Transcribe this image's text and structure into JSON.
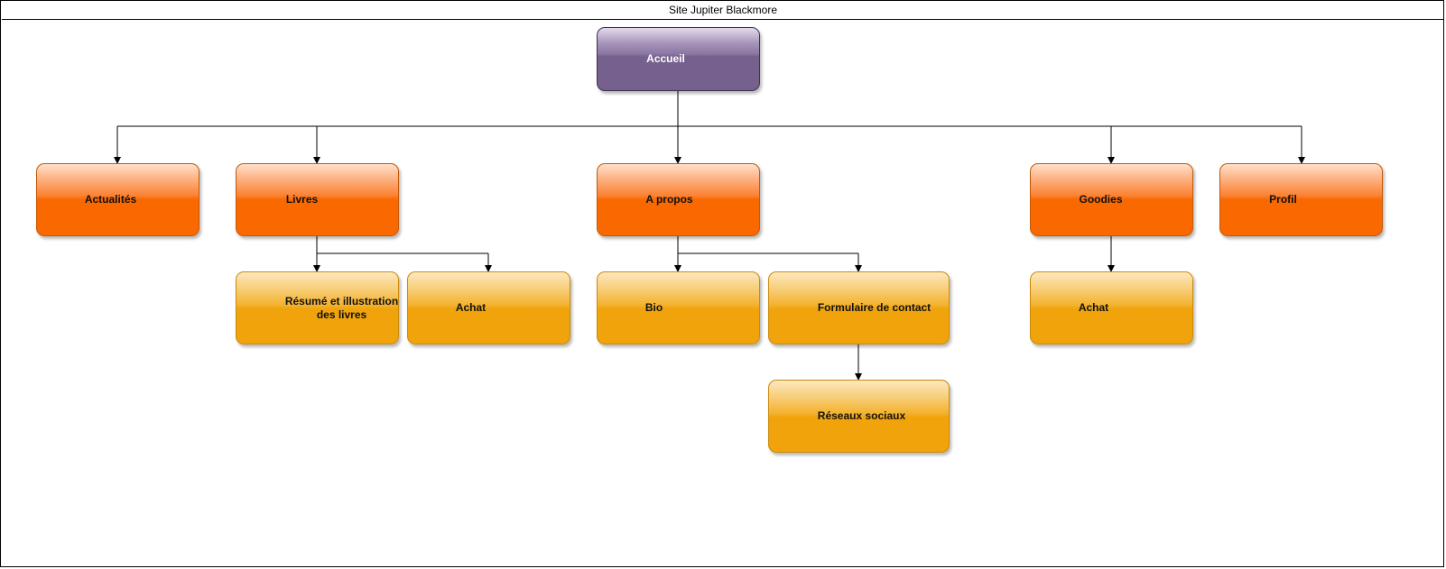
{
  "diagram": {
    "title": "Site Jupiter Blackmore",
    "root": {
      "label": "Accueil"
    },
    "sections": {
      "actualites": {
        "label": "Actualités"
      },
      "livres": {
        "label": "Livres"
      },
      "a_propos": {
        "label": "A propos"
      },
      "goodies": {
        "label": "Goodies"
      },
      "profil": {
        "label": "Profil"
      }
    },
    "pages": {
      "resume": {
        "label": "Résumé et illustration des livres"
      },
      "livres_achat": {
        "label": "Achat"
      },
      "bio": {
        "label": "Bio"
      },
      "formulaire": {
        "label": "Formulaire de contact"
      },
      "reseaux": {
        "label": "Réseaux sociaux"
      },
      "goodies_achat": {
        "label": "Achat"
      }
    },
    "colors": {
      "root": "#76608d",
      "section": "#fa6800",
      "page": "#f0a30a",
      "connector": "#000000"
    }
  }
}
